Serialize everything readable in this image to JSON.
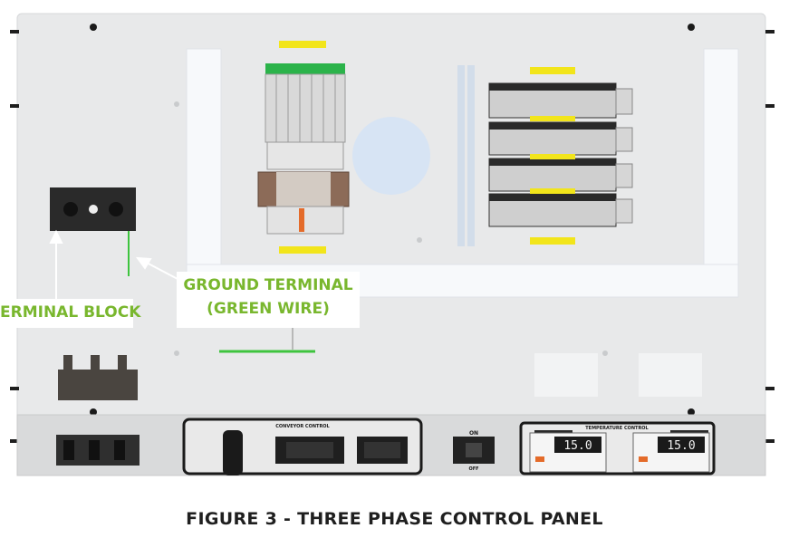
{
  "callouts": {
    "terminal_block": "ERMINAL BLOCK",
    "ground_terminal_line1": "GROUND TERMINAL",
    "ground_terminal_line2": "(GREEN WIRE)"
  },
  "control_strip": {
    "conveyor_control": "CONVEYOR CONTROL",
    "temperature_control": "TEMPERATURE CONTROL",
    "on_label": "ON",
    "off_label": "OFF"
  },
  "temperature_controllers": [
    {
      "readout": "15.0"
    },
    {
      "readout": "15.0"
    }
  ],
  "caption": "FIGURE 3 - THREE PHASE CONTROL PANEL",
  "colors": {
    "accent_green": "#79b72e",
    "highlight_yellow": "#f2e51b",
    "panel_grey": "#e8e9ea",
    "dark_component": "#2a2a2a"
  }
}
